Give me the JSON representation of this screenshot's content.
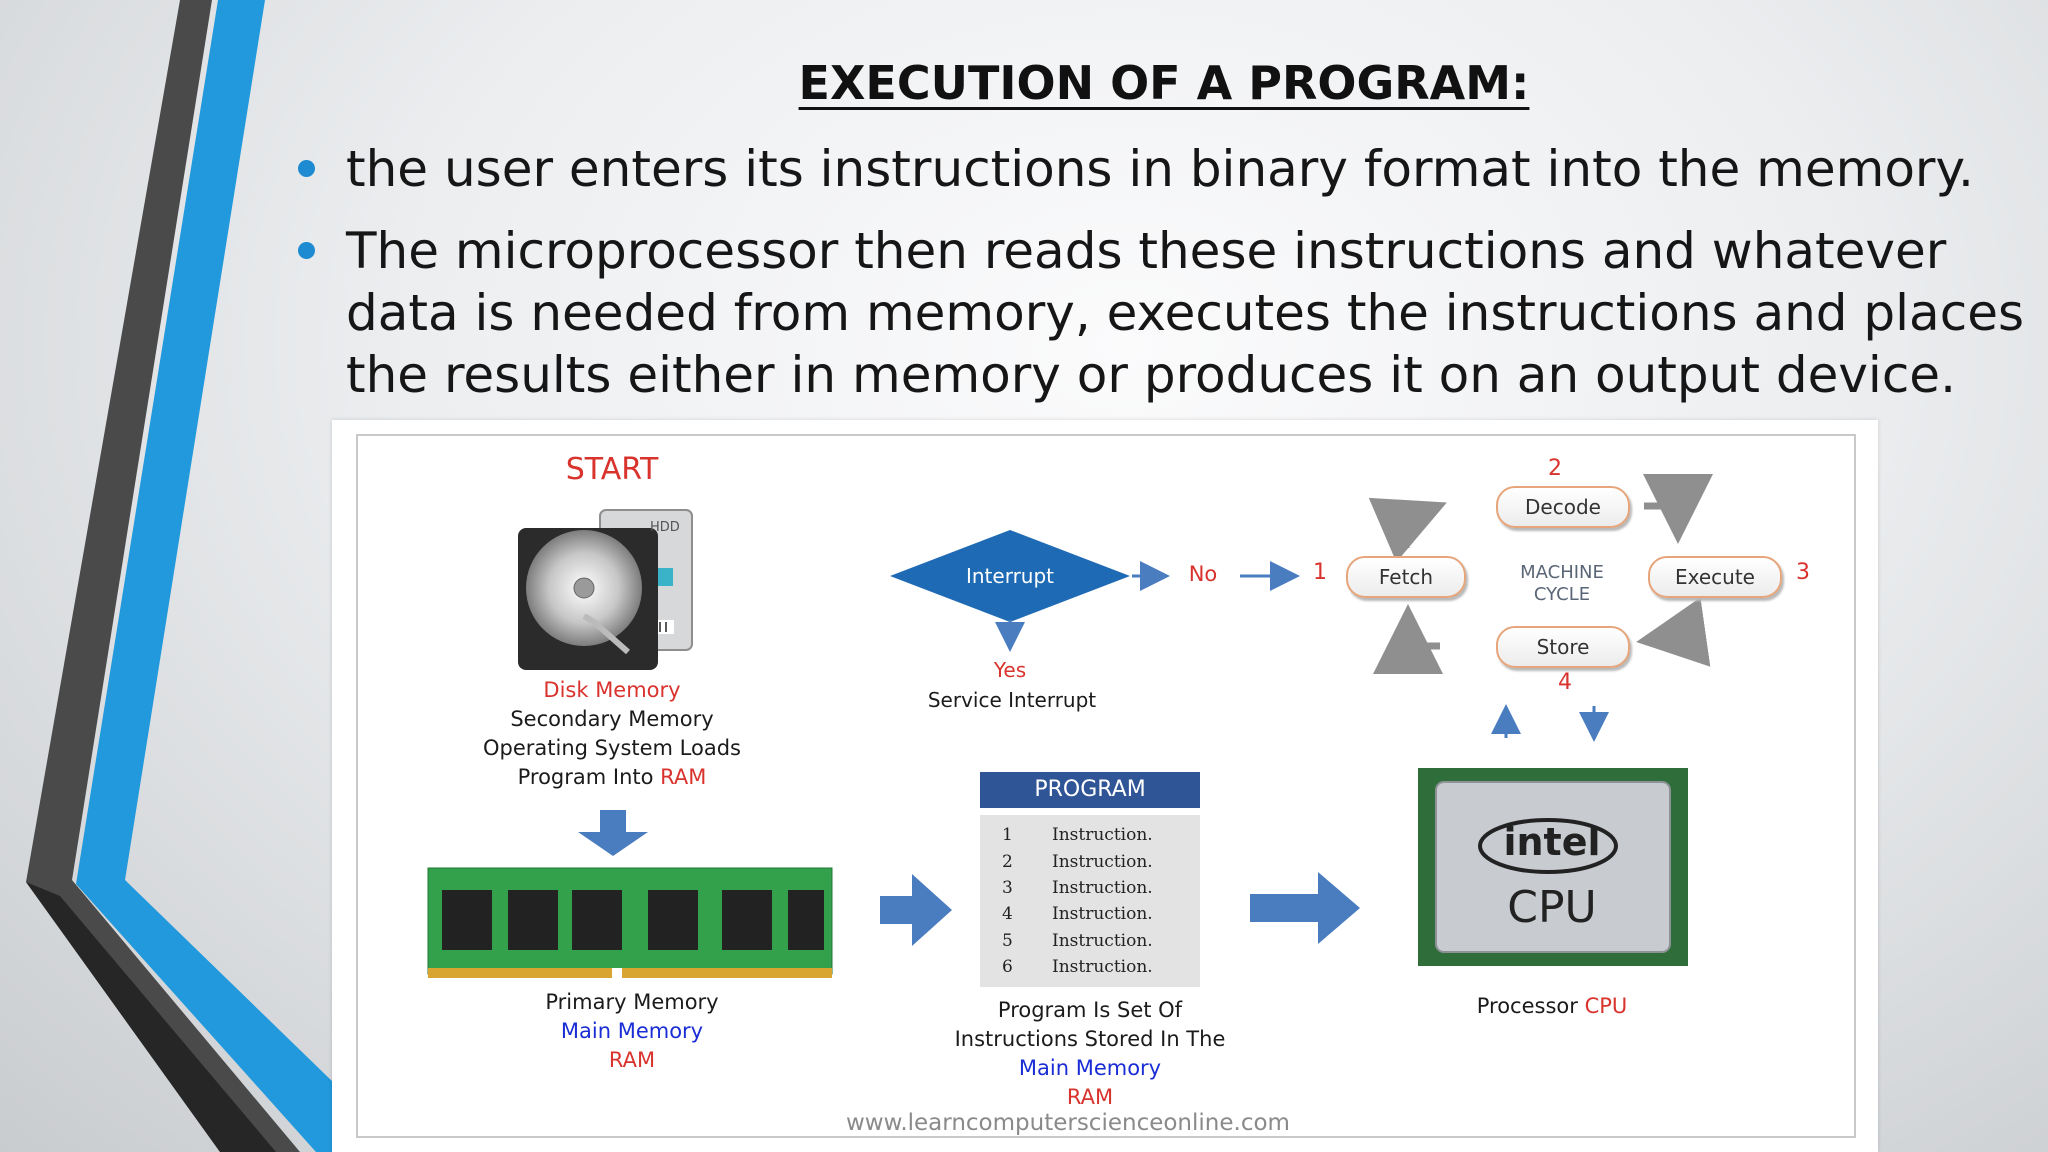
{
  "slide": {
    "title": "EXECUTION OF A PROGRAM:",
    "bullets": [
      "the user enters its instructions in binary format into the  memory.",
      "The microprocessor then reads these instructions and  whatever data is needed from memory, executes the  instructions and places the results either in memory or  produces it on an output device."
    ]
  },
  "colors": {
    "accent_blue": "#1e8ad2",
    "label_red": "#d9332e",
    "label_blue": "#1a2dd4",
    "program_header": "#2f5597",
    "arrow_blue": "#4a7cc0"
  },
  "diagram": {
    "start": "START",
    "hdd_label": "HDD",
    "disk": {
      "line1": "Disk Memory",
      "line2": "Secondary Memory",
      "line3": "Operating System Loads",
      "line4_a": "Program  Into ",
      "line4_b": "RAM"
    },
    "ram": {
      "line1": "Primary  Memory",
      "line2": "Main Memory",
      "line3": "RAM"
    },
    "interrupt": {
      "label": "Interrupt",
      "no": "No",
      "yes": "Yes",
      "service": "Service Interrupt"
    },
    "cycle": {
      "center_1": "MACHINE",
      "center_2": "CYCLE",
      "fetch": "Fetch",
      "decode": "Decode",
      "execute": "Execute",
      "store": "Store",
      "n1": "1",
      "n2": "2",
      "n3": "3",
      "n4": "4"
    },
    "program": {
      "header": "PROGRAM",
      "rows": [
        {
          "n": "1",
          "text": "Instruction."
        },
        {
          "n": "2",
          "text": "Instruction."
        },
        {
          "n": "3",
          "text": "Instruction."
        },
        {
          "n": "4",
          "text": "Instruction."
        },
        {
          "n": "5",
          "text": "Instruction."
        },
        {
          "n": "6",
          "text": "Instruction."
        }
      ],
      "caption1": "Program  Is Set Of",
      "caption2": "Instructions  Stored  In The",
      "caption3": "Main Memory",
      "caption4": "RAM"
    },
    "cpu": {
      "brand": "intel",
      "chip": "CPU",
      "label_a": "Processor ",
      "label_b": "CPU"
    },
    "watermark": "www.learncomputerscienceonline.com"
  }
}
